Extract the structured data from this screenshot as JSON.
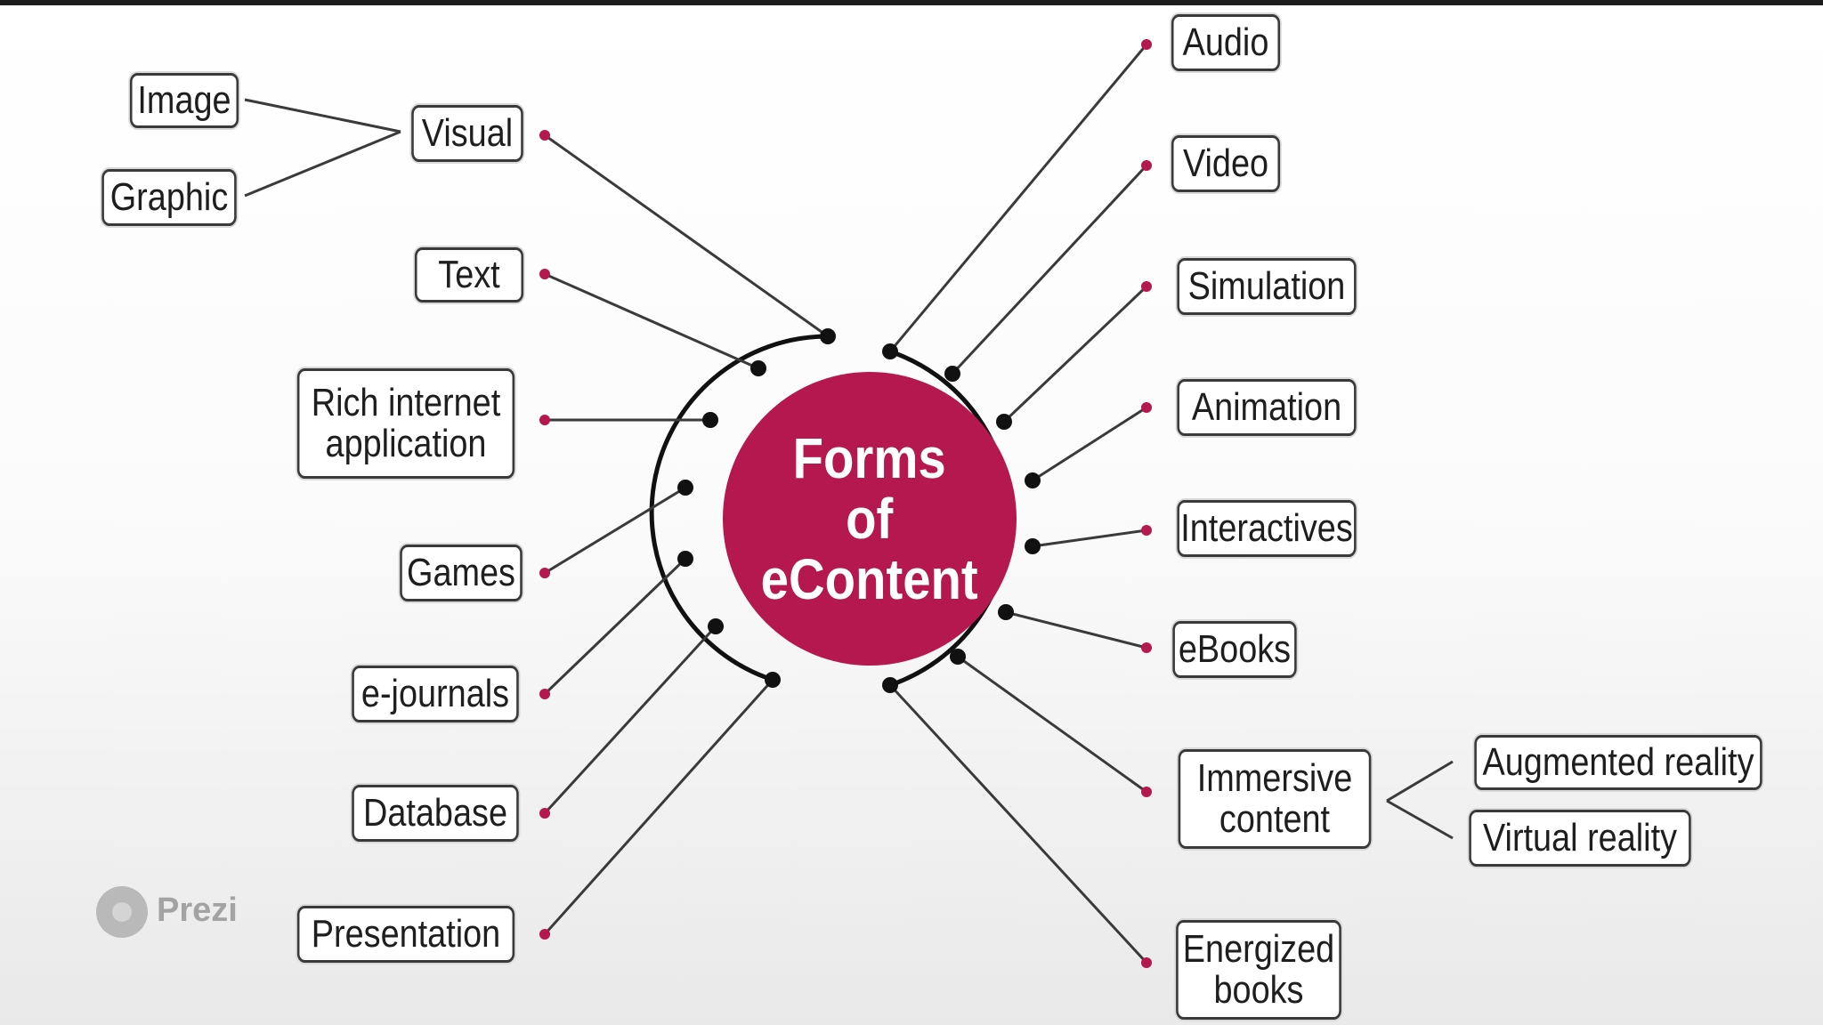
{
  "center": {
    "title": "Forms\nof\neContent",
    "color": "#b5174f"
  },
  "nodes": {
    "image": "Image",
    "graphic": "Graphic",
    "visual": "Visual",
    "text": "Text",
    "rich_internet_application": "Rich internet\napplication",
    "games": "Games",
    "e_journals": "e-journals",
    "database": "Database",
    "presentation": "Presentation",
    "audio": "Audio",
    "video": "Video",
    "simulation": "Simulation",
    "animation": "Animation",
    "interactives": "Interactives",
    "ebooks": "eBooks",
    "immersive_content": "Immersive\ncontent",
    "augmented_reality": "Augmented reality",
    "virtual_reality": "Virtual reality",
    "energized_books": "Energized\nbooks"
  },
  "watermark": {
    "brand": "Prezi",
    "icon": "prezi-logo-icon"
  },
  "colors": {
    "accent": "#b5174f",
    "line": "#3a3a3a"
  }
}
